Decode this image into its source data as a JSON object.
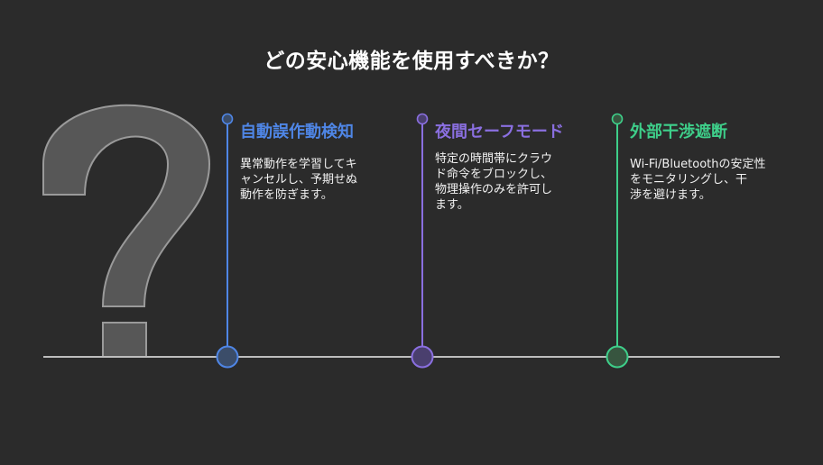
{
  "title": "どの安心機能を使用すべきか？",
  "colors": {
    "background": "#2b2b2b",
    "baseline": "#bdbdbd",
    "question_fill": "#575757",
    "question_stroke": "#9a9a9a"
  },
  "options": [
    {
      "title": "自動誤作動検知",
      "desc_lines": [
        "異常動作を学習してキ",
        "ャンセルし、予期せぬ",
        "動作を防ぎます。"
      ],
      "color": "#4f86e6",
      "node_fill": "#3b4d69"
    },
    {
      "title": "夜間セーフモード",
      "desc_lines": [
        "特定の時間帯にクラウ",
        "ド命令をブロックし、",
        "物理操作のみを許可し",
        "ます。"
      ],
      "color": "#8a6fe0",
      "node_fill": "#4a3f6e"
    },
    {
      "title": "外部干渉遮断",
      "desc_lines": [
        "Wi-Fi/Bluetoothの安定性",
        "をモニタリングし、干",
        "渉を避けます。"
      ],
      "color": "#3ecf8a",
      "node_fill": "#37553f"
    }
  ]
}
